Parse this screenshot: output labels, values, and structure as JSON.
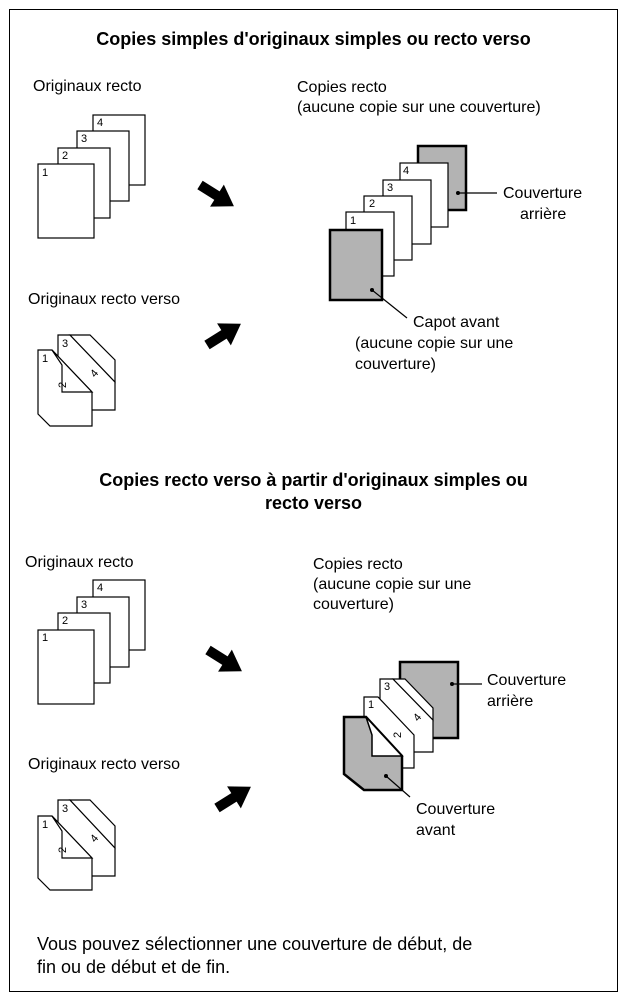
{
  "section1": {
    "heading": "Copies simples d'originaux simples ou recto verso",
    "originals_simplex_label": "Originaux recto",
    "originals_duplex_label": "Originaux recto verso",
    "output_label_line1": "Copies recto",
    "output_label_line2": "(aucune copie sur une couverture)",
    "back_cover_line1": "Couverture",
    "back_cover_line2": "arrière",
    "front_cover_line1": "Capot avant",
    "front_cover_line2": "(aucune copie sur une",
    "front_cover_line3": "couverture)"
  },
  "section2": {
    "heading_line1": "Copies recto verso à partir d'originaux simples ou",
    "heading_line2": "recto verso",
    "originals_simplex_label": "Originaux recto",
    "originals_duplex_label": "Originaux recto verso",
    "output_label_line1": "Copies recto",
    "output_label_line2": "(aucune copie sur une",
    "output_label_line3": "couverture)",
    "back_cover_line1": "Couverture",
    "back_cover_line2": "arrière",
    "front_cover_line1": "Couverture",
    "front_cover_line2": "avant"
  },
  "page_numbers": {
    "p1": "1",
    "p2": "2",
    "p3": "3",
    "p4": "4"
  },
  "footer": {
    "line1": "Vous pouvez sélectionner une couverture de début, de",
    "line2": "fin ou de début et de fin."
  },
  "colors": {
    "cover_fill": "#b3b3b3",
    "stroke": "#000000"
  }
}
